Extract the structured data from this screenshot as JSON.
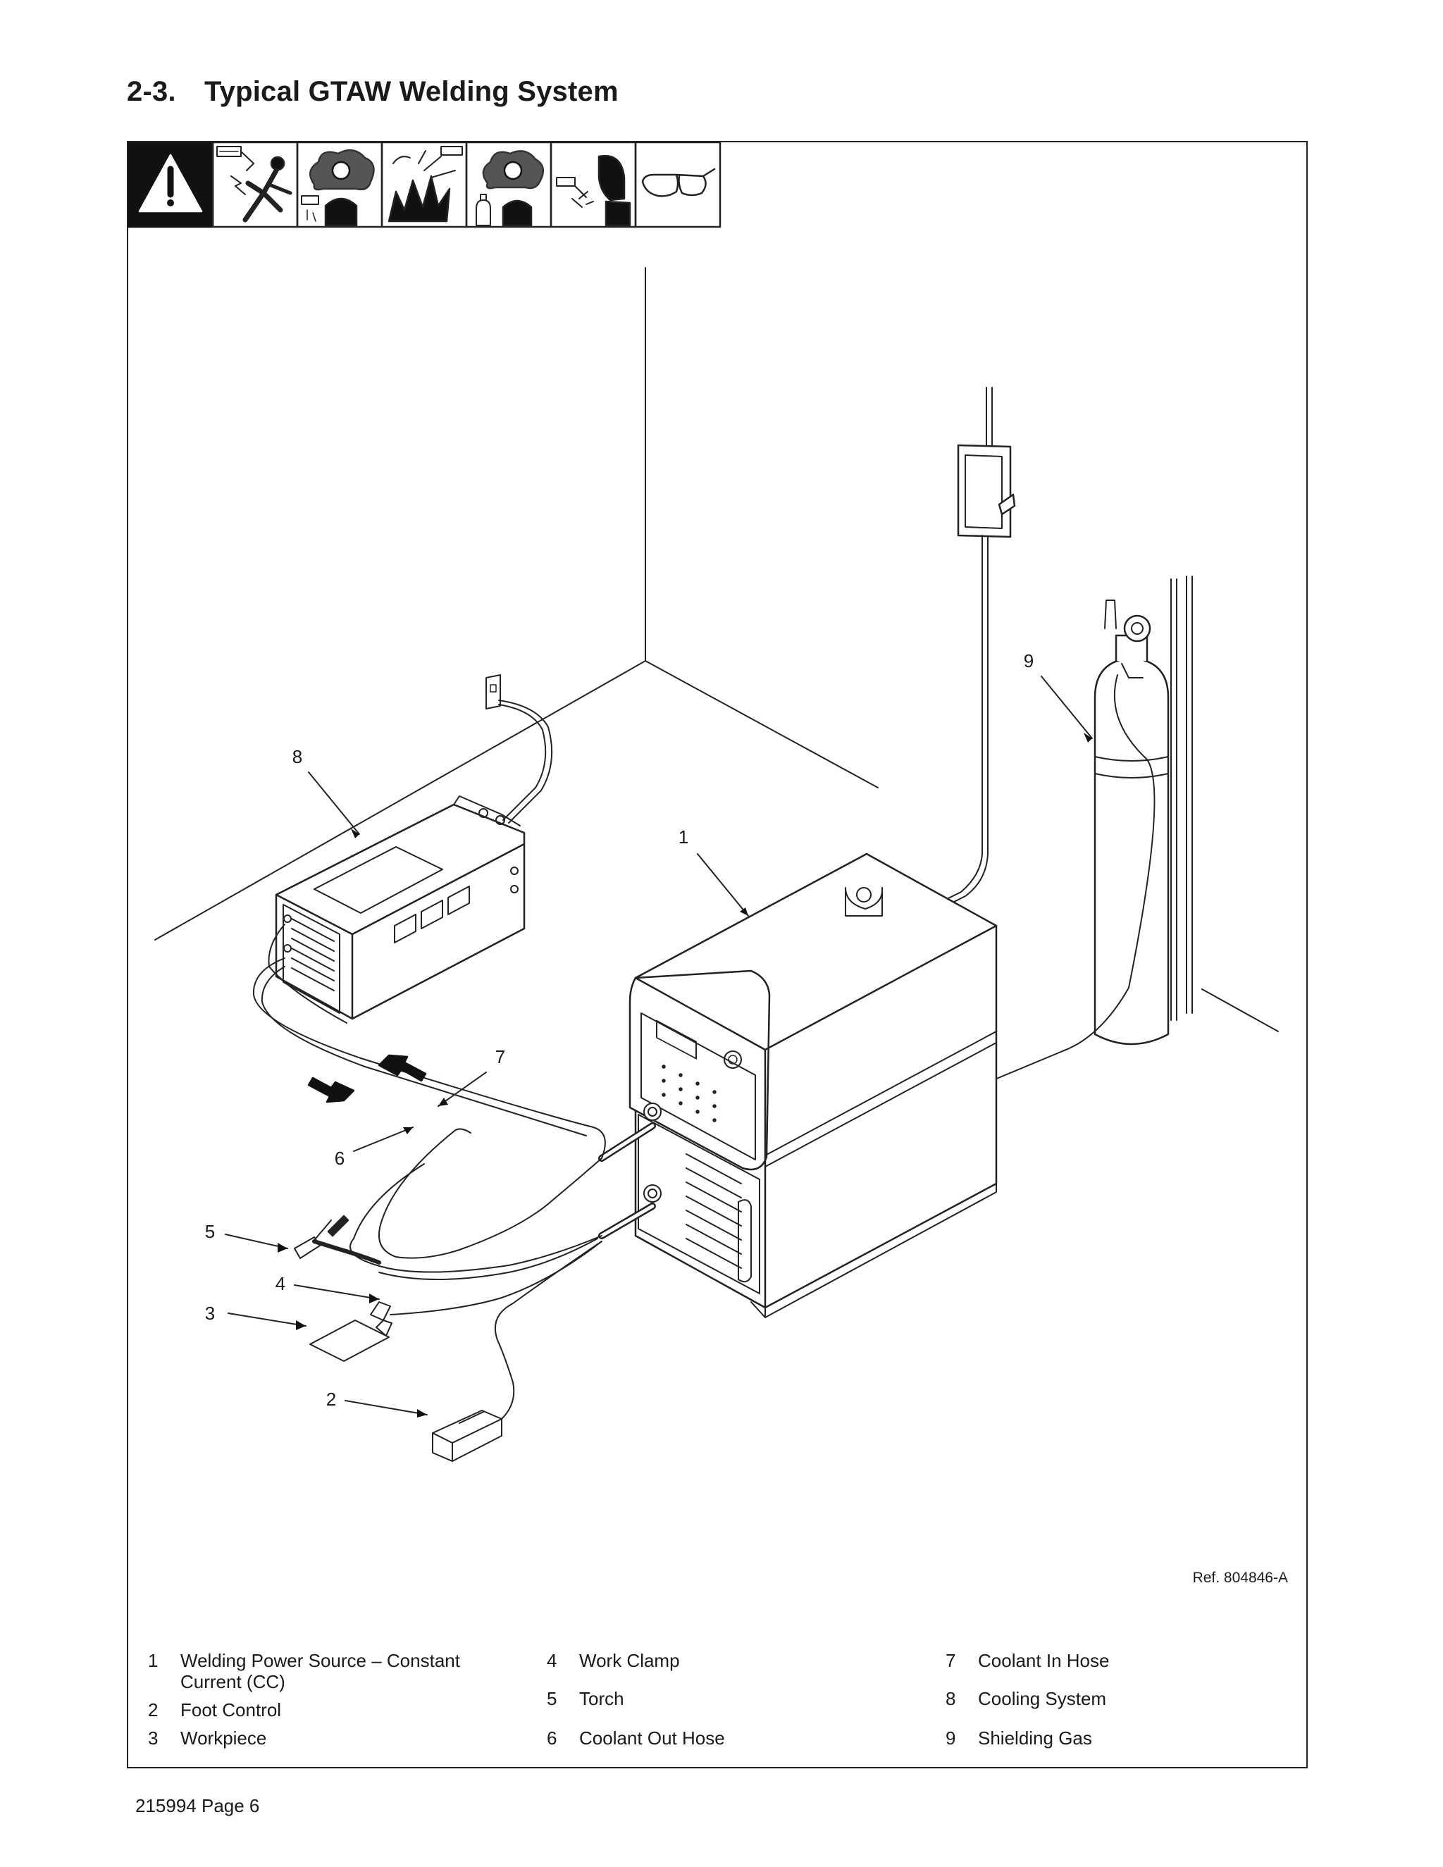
{
  "title": {
    "number": "2-3.",
    "text": "Typical GTAW Welding System"
  },
  "safety_icons": [
    "warning-triangle-icon",
    "electric-shock-icon",
    "fumes-gases-icon",
    "arc-rays-explosion-icon",
    "cylinder-fumes-icon",
    "welding-helmet-icon",
    "safety-glasses-icon"
  ],
  "callouts": [
    "1",
    "2",
    "3",
    "4",
    "5",
    "6",
    "7",
    "8",
    "9"
  ],
  "reference": "Ref. 804846-A",
  "legend": [
    {
      "number": "1",
      "label": "Welding Power Source – Constant Current (CC)"
    },
    {
      "number": "2",
      "label": "Foot Control"
    },
    {
      "number": "3",
      "label": "Workpiece"
    },
    {
      "number": "4",
      "label": "Work Clamp"
    },
    {
      "number": "5",
      "label": "Torch"
    },
    {
      "number": "6",
      "label": "Coolant Out Hose"
    },
    {
      "number": "7",
      "label": "Coolant In Hose"
    },
    {
      "number": "8",
      "label": "Cooling System"
    },
    {
      "number": "9",
      "label": "Shielding Gas"
    }
  ],
  "footer": "215994 Page 6"
}
